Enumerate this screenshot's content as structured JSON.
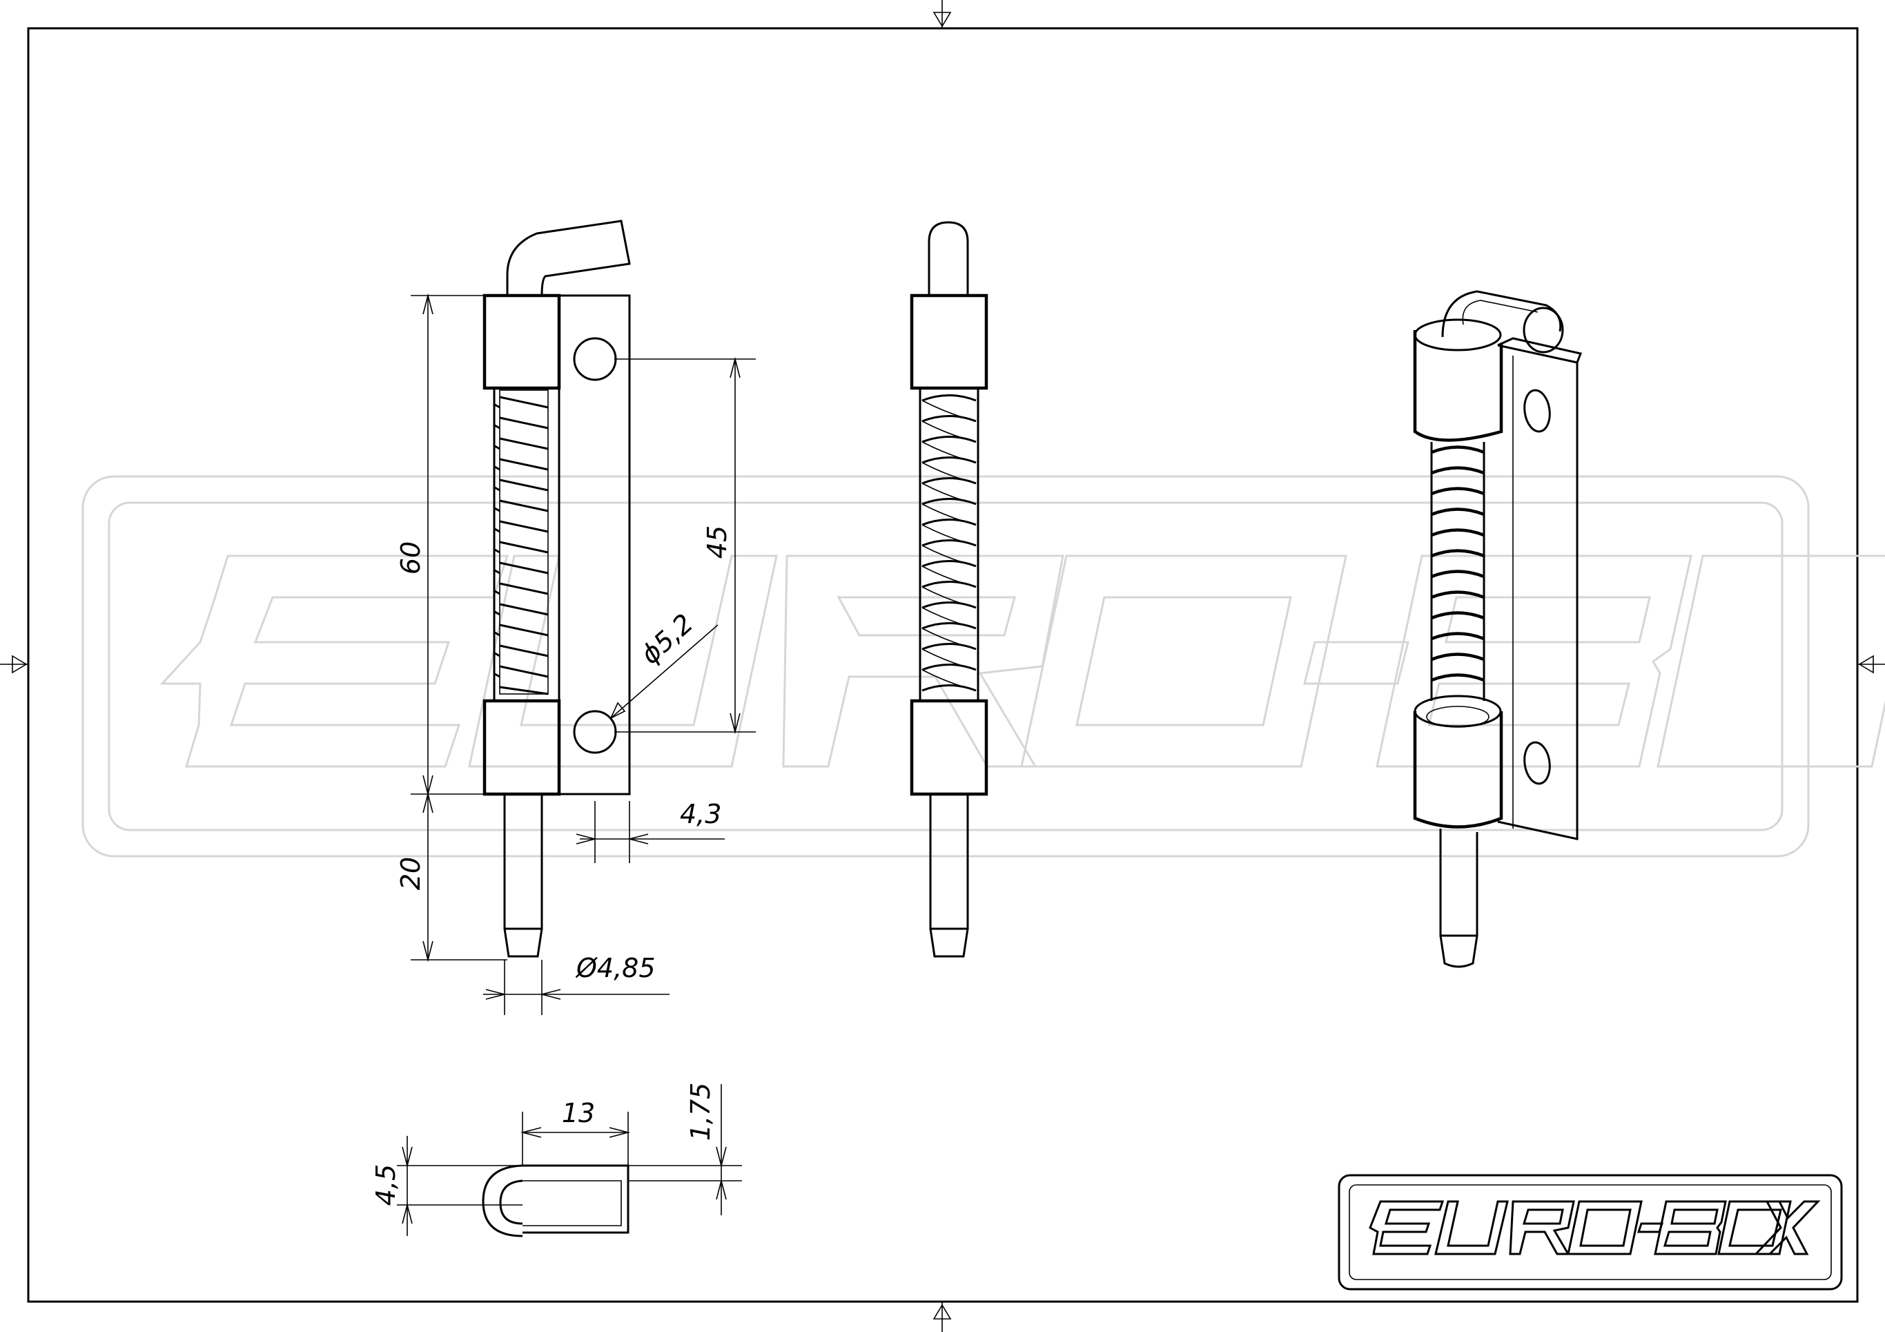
{
  "drawing": {
    "brand": "EURO-BOX",
    "watermark_icon": "euro-box-logo-icon",
    "colors": {
      "line": "#000000",
      "watermark": "#d6d6d6",
      "background": "#ffffff"
    }
  },
  "dimensions": {
    "overall_length": "60",
    "hole_spacing": "45",
    "hole_diameter": "ϕ5,2",
    "pin_extension": "20",
    "pin_diameter": "Ø4,85",
    "plate_thickness": "4,3",
    "section_width": "13",
    "section_height": "4,5",
    "leaf_thickness": "1,75"
  }
}
